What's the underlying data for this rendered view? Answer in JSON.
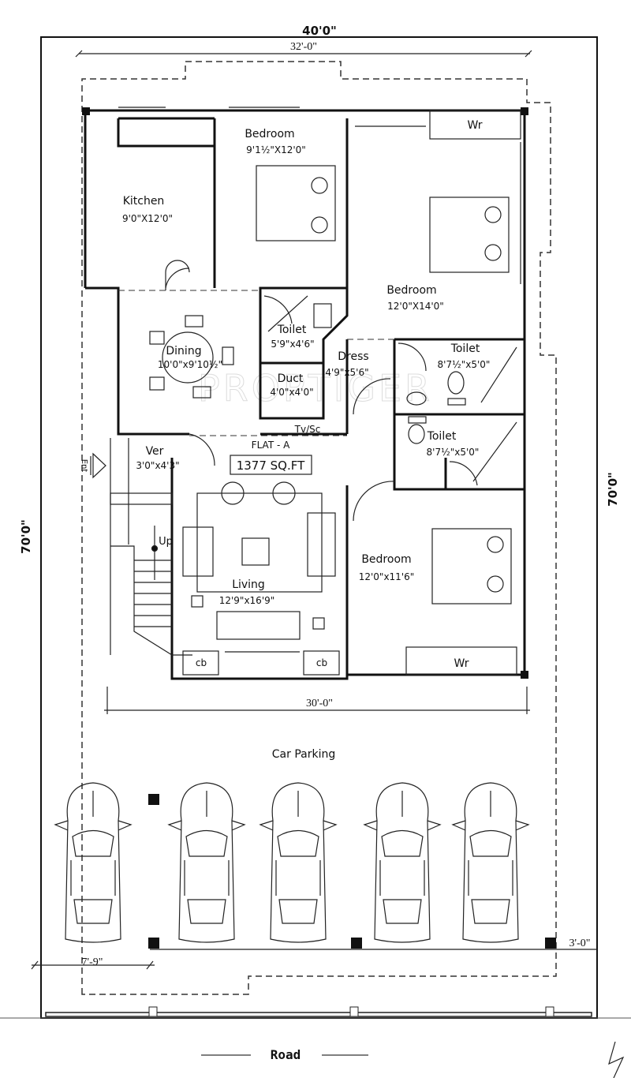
{
  "dimensions": {
    "plot_width": "40'0\"",
    "plot_depth_left": "70'0\"",
    "plot_depth_right": "70'0\"",
    "building_top_width": "32'-0\"",
    "building_bottom_width": "30'-0\"",
    "left_setback": "7'-9\"",
    "right_setback": "3'-0\""
  },
  "rooms": [
    {
      "name": "Bedroom",
      "size": "9'1½\"X12'0\""
    },
    {
      "name": "Kitchen",
      "size": "9'0\"X12'0\""
    },
    {
      "name": "Bedroom",
      "size": "12'0\"X14'0\""
    },
    {
      "name": "Toilet",
      "size": "5'9\"x4'6\""
    },
    {
      "name": "Dining",
      "size": "10'0\"x9'10½\""
    },
    {
      "name": "Dress",
      "size": "4'9\"x5'6\""
    },
    {
      "name": "Duct",
      "size": "4'0\"x4'0\""
    },
    {
      "name": "Toilet",
      "size": "8'7½\"x5'0\""
    },
    {
      "name": "Toilet",
      "size": "8'7½\"x5'0\""
    },
    {
      "name": "Ver",
      "size": "3'0\"x4'3\""
    },
    {
      "name": "Living",
      "size": "12'9\"x16'9\""
    },
    {
      "name": "Bedroom",
      "size": "12'0\"x11'6\""
    }
  ],
  "fixtures": {
    "tv_sc": "Tv/Sc",
    "wardrobe_top": "Wr",
    "wardrobe_bottom": "Wr",
    "cupboard_left": "cb",
    "cupboard_right": "cb",
    "stairs": "Up",
    "entrance": "Ent"
  },
  "flat": {
    "name": "FLAT - A",
    "area": "1377 SQ.FT"
  },
  "parking": {
    "label": "Car Parking",
    "car_count": 5
  },
  "road": "Road",
  "watermark": "PROPTIGER"
}
